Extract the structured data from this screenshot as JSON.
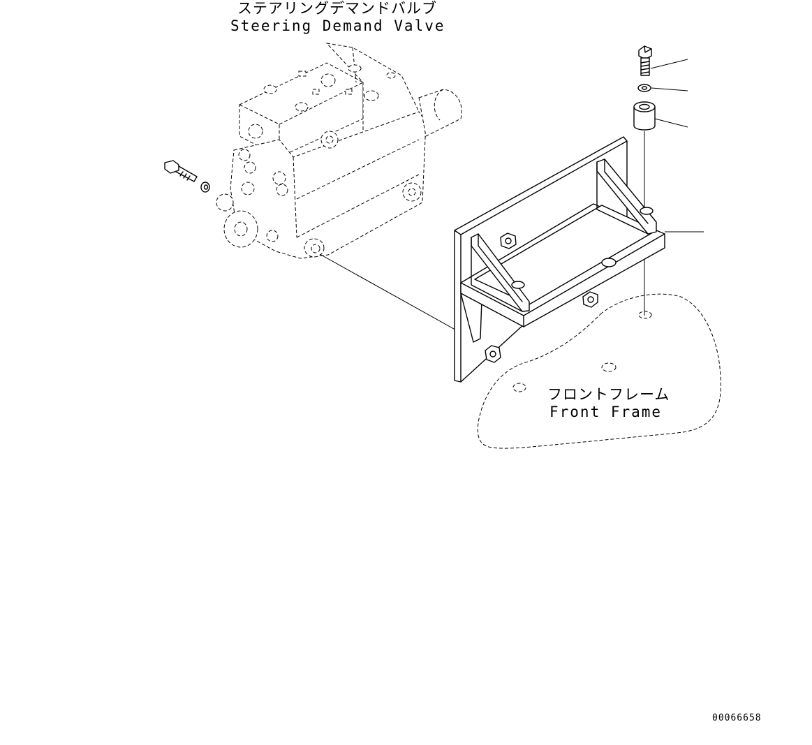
{
  "labels": {
    "valve_jp": "ステアリングデマンドバルブ",
    "valve_en": "Steering Demand Valve",
    "frame_jp": "フロントフレーム",
    "frame_en": "Front Frame"
  },
  "drawing_number": "00066658",
  "parts": [
    {
      "name": "bolt-icon"
    },
    {
      "name": "washer-icon"
    },
    {
      "name": "spacer-collar-icon"
    },
    {
      "name": "mounting-bracket"
    }
  ]
}
